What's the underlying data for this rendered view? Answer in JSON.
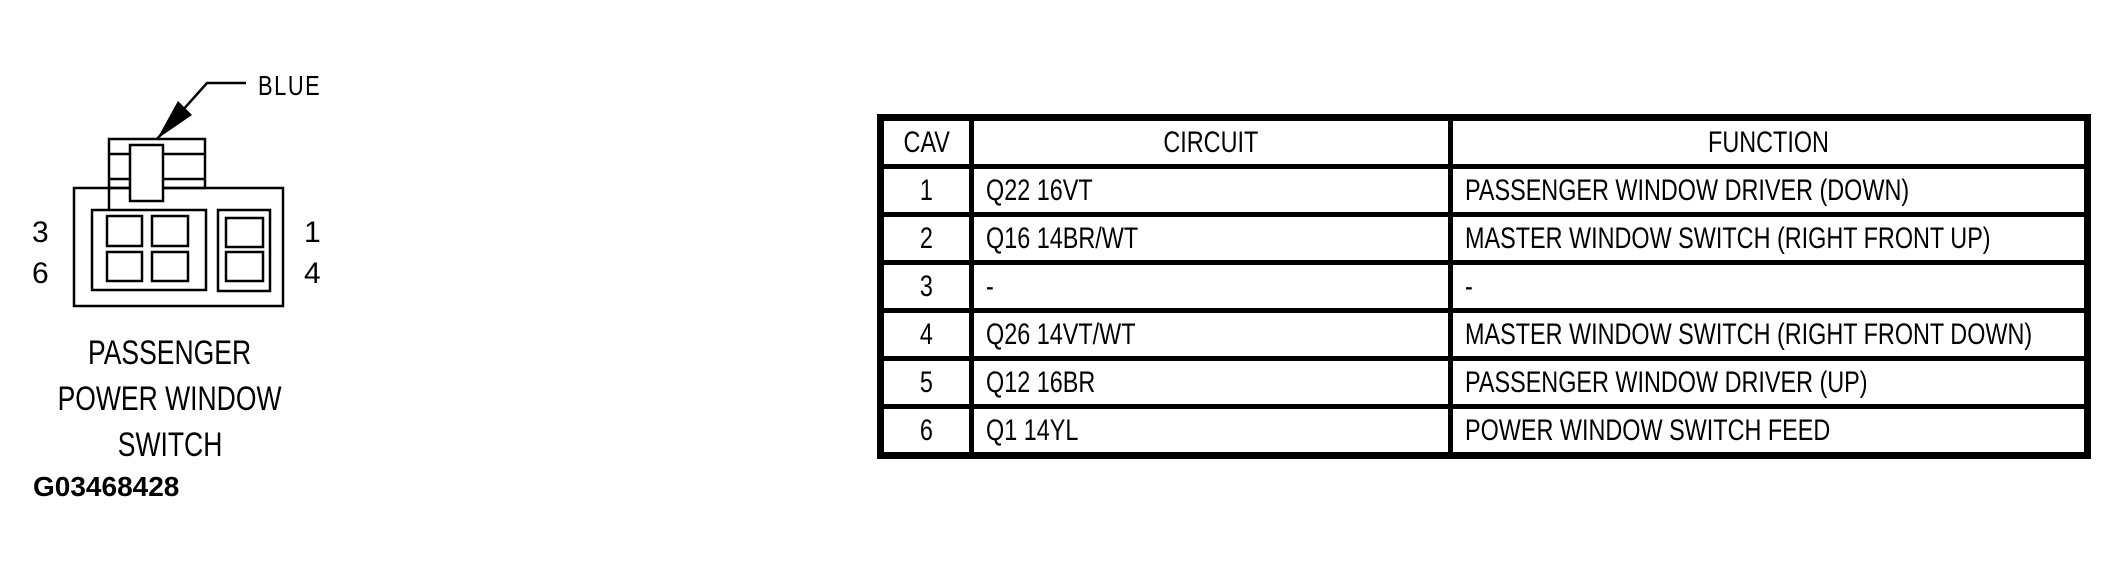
{
  "diagram": {
    "connector_color_label": "BLUE",
    "pin_labels": {
      "top_left": "3",
      "bottom_left": "6",
      "top_right": "1",
      "bottom_right": "4"
    },
    "caption_lines": [
      "PASSENGER",
      "POWER WINDOW",
      "SWITCH"
    ],
    "figure_id": "G03468428"
  },
  "table": {
    "headers": [
      "CAV",
      "CIRCUIT",
      "FUNCTION"
    ],
    "rows": [
      {
        "cav": "1",
        "circuit": "Q22 16VT",
        "function": "PASSENGER WINDOW DRIVER (DOWN)"
      },
      {
        "cav": "2",
        "circuit": "Q16 14BR/WT",
        "function": "MASTER WINDOW SWITCH (RIGHT FRONT UP)"
      },
      {
        "cav": "3",
        "circuit": "-",
        "function": "-"
      },
      {
        "cav": "4",
        "circuit": "Q26 14VT/WT",
        "function": "MASTER WINDOW SWITCH (RIGHT FRONT DOWN)"
      },
      {
        "cav": "5",
        "circuit": "Q12 16BR",
        "function": "PASSENGER WINDOW DRIVER (UP)"
      },
      {
        "cav": "6",
        "circuit": "Q1 14YL",
        "function": "POWER WINDOW SWITCH FEED"
      }
    ]
  },
  "colors": {
    "ink": "#000000",
    "background": "#ffffff"
  }
}
